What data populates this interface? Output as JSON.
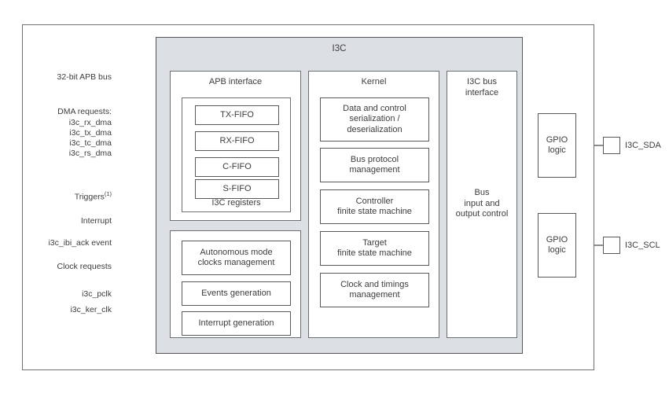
{
  "diagram": {
    "title": "I3C",
    "outer_label": "",
    "left_signals": [
      {
        "label": "32-bit APB bus",
        "arrow": "bidirectional-hollow"
      },
      {
        "label": "DMA requests:",
        "arrow": "none"
      },
      {
        "label": "i3c_rx_dma",
        "arrow": "none"
      },
      {
        "label": "i3c_tx_dma",
        "arrow": "out-thick"
      },
      {
        "label": "i3c_tc_dma",
        "arrow": "none"
      },
      {
        "label": "i3c_rs_dma",
        "arrow": "none"
      },
      {
        "label": "Triggers",
        "sup": "(1)",
        "arrow": "in-thick"
      },
      {
        "label": "Interrupt",
        "arrow": "out"
      },
      {
        "label": "i3c_ibi_ack event",
        "arrow": "out"
      },
      {
        "label": "Clock requests",
        "arrow": "out"
      },
      {
        "label": "i3c_pclk",
        "arrow": "in"
      },
      {
        "label": "i3c_ker_clk",
        "arrow": "in"
      }
    ],
    "columns": {
      "apb": {
        "title": "APB interface",
        "registers_label": "I3C registers",
        "fifos": [
          "TX-FIFO",
          "RX-FIFO",
          "C-FIFO",
          "S-FIFO"
        ]
      },
      "aux": {
        "blocks": [
          "Autonomous mode\nclocks management",
          "Events generation",
          "Interrupt generation"
        ]
      },
      "kernel": {
        "title": "Kernel",
        "blocks": [
          "Data and control\nserialization /\ndeserialization",
          "Bus protocol\nmanagement",
          "Controller\nfinite state machine",
          "Target\nfinite state machine",
          "Clock and timings\nmanagement"
        ]
      },
      "bus": {
        "title": "I3C bus\ninterface",
        "control_label": "Bus\ninput and\noutput control"
      }
    },
    "io": [
      {
        "gpio_label": "GPIO\nlogic",
        "pad_label": "I3C_SDA"
      },
      {
        "gpio_label": "GPIO\nlogic",
        "pad_label": "I3C_SCL"
      }
    ],
    "colors": {
      "i3c_fill": "#dcdfe4",
      "block_fill": "#ffffff",
      "line": "#58595b",
      "frame": "#6f7072",
      "text": "#3c3c3c"
    }
  }
}
